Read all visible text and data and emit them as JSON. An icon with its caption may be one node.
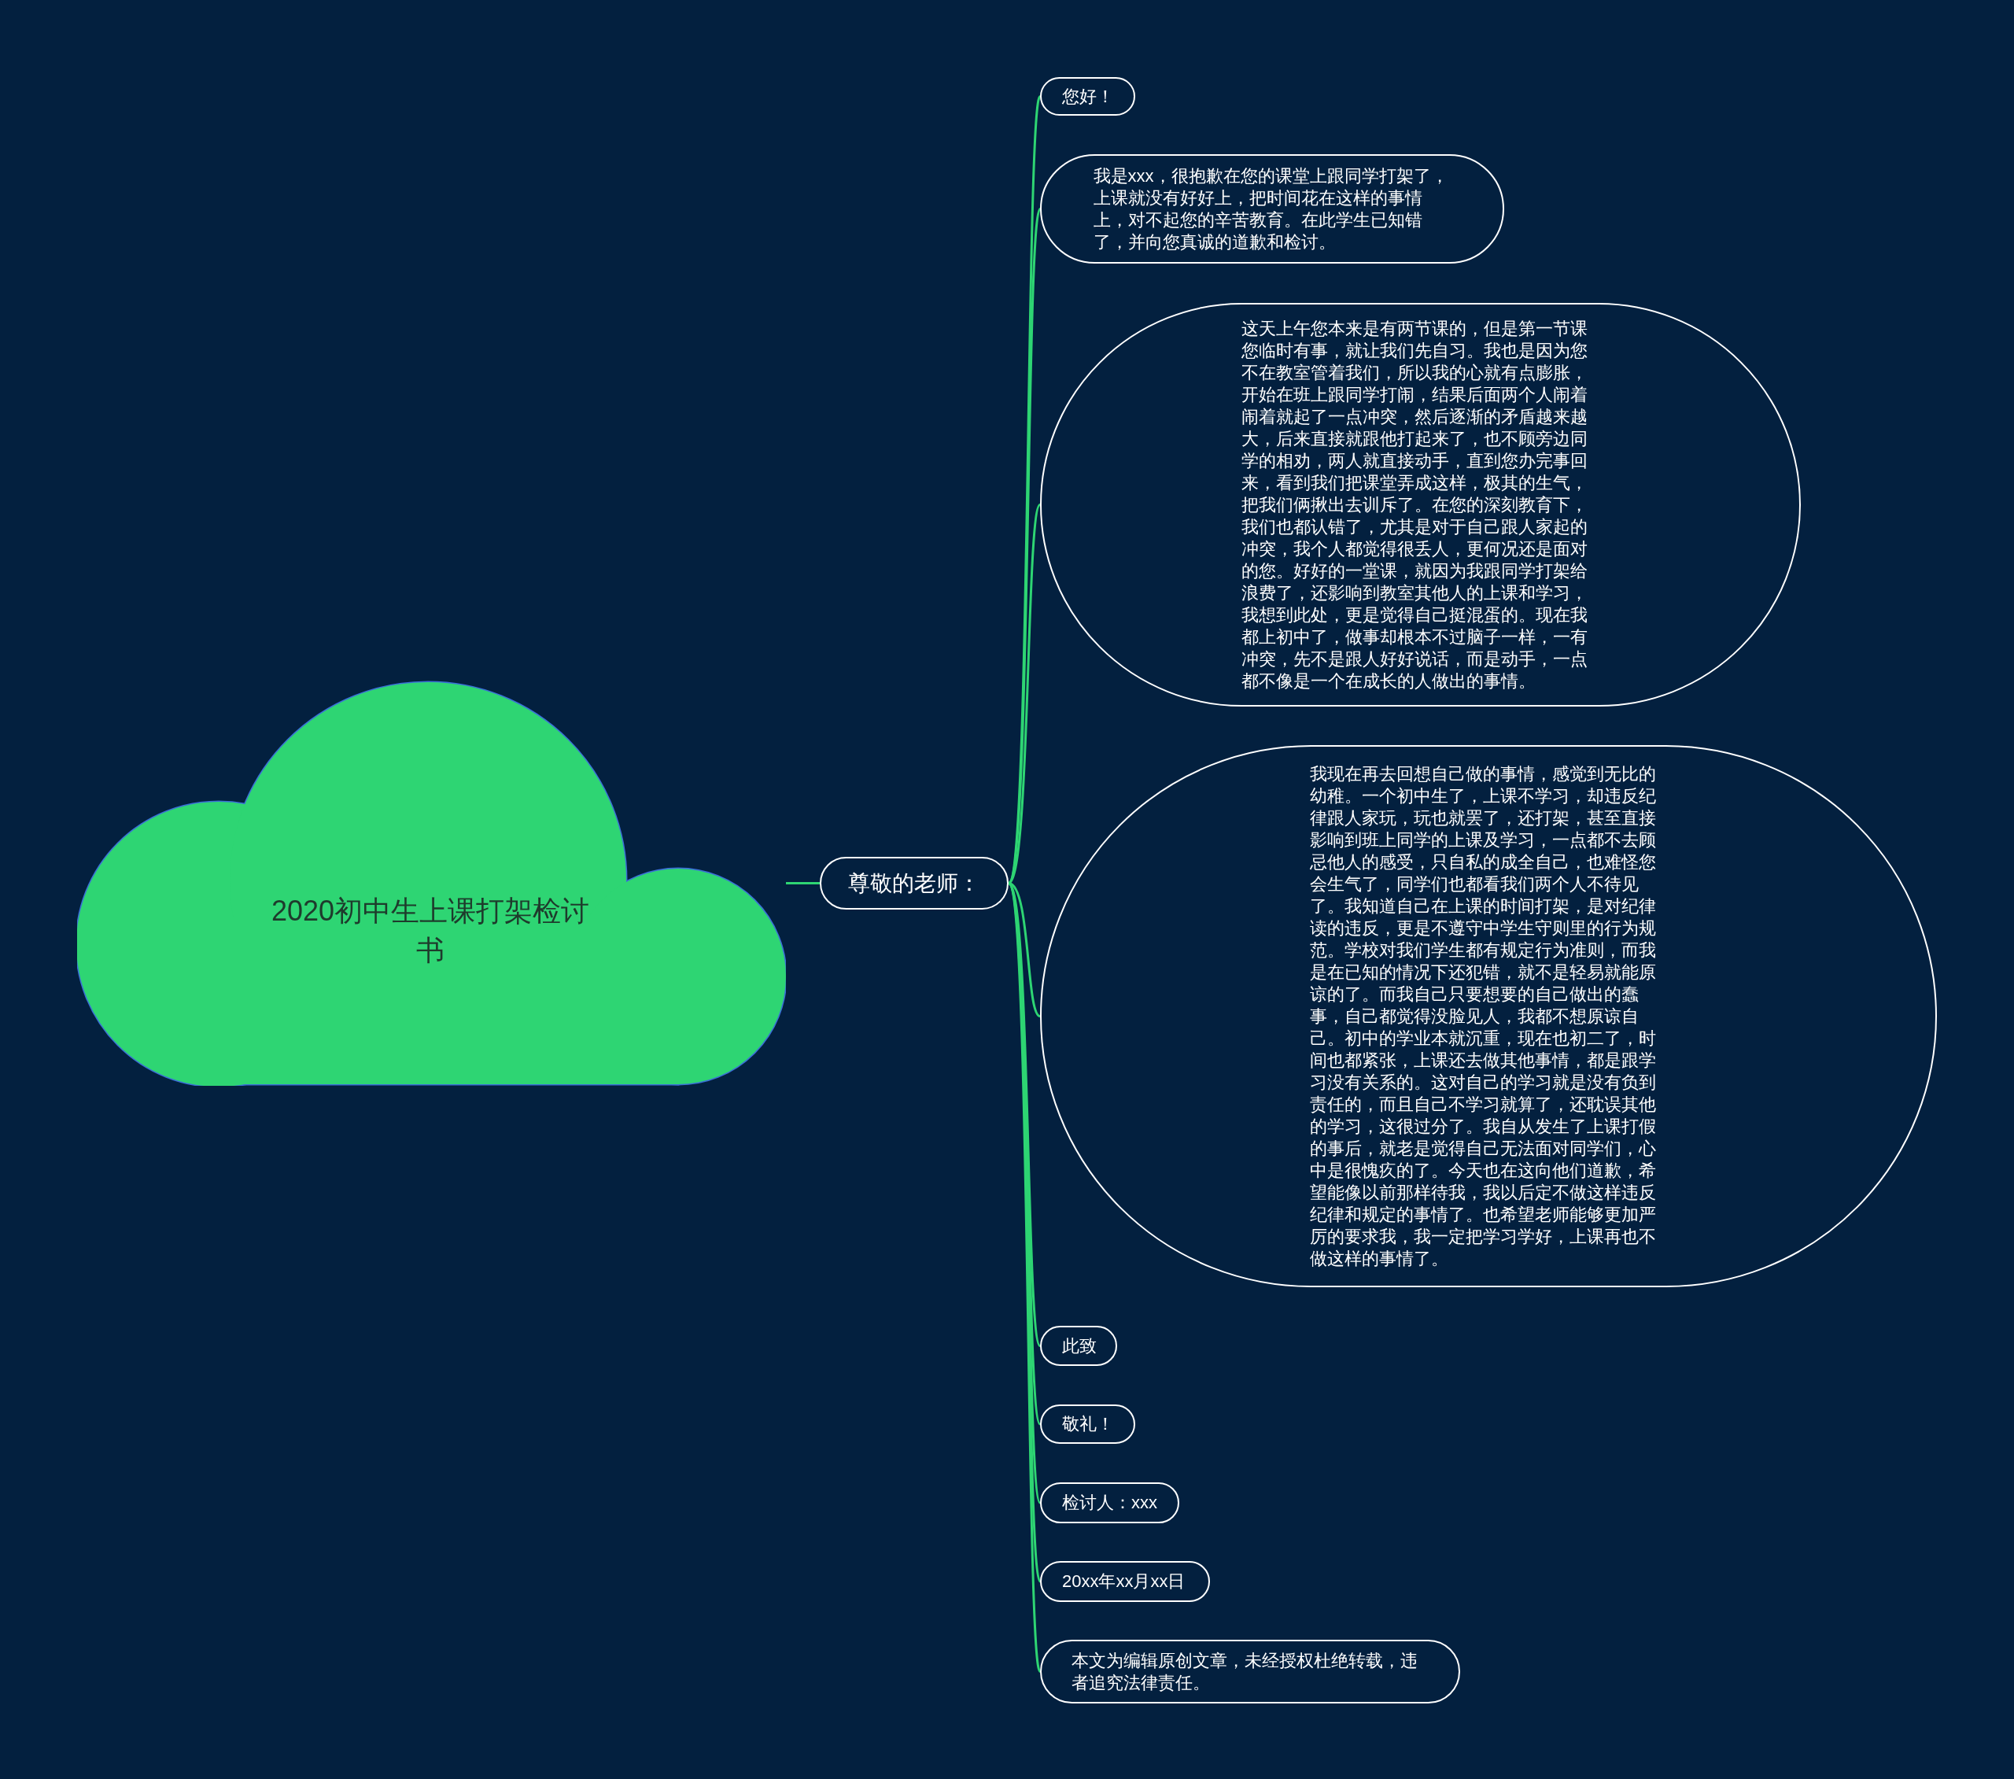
{
  "diagram": {
    "nodes": [
      {
        "text": [
          "2020初中生上课打架检讨书"
        ]
      },
      {
        "text": [
          "尊敬的老师："
        ]
      },
      {
        "text": [
          "您好！"
        ]
      },
      {
        "text": [
          "我是xxx，很抱歉在您的课堂上跟同学打架了，上课就没有好好上，把时间花在这样的事情上，对不起您的辛苦教育。在此学生已知错了，并向您真诚的道歉和检讨。"
        ]
      },
      {
        "text": [
          "这天上午您本来是有两节课的，但是第一节课您临时有事，就让我们先自习。我也是因为您不在教室管着我们，所以我的心就有点膨胀，开始在班上跟同学打闹，结果后面两个人闹着闹着就起了一点冲突，然后逐渐的矛盾越来越大，后来直接就跟他打起来了，也不顾旁边同学的相劝，两人就直接动手，直到您办完事回来，看到我们把课堂弄成这样，极其的生气，把我们俩揪出去训斥了。在您的深刻教育下，我们也都认错了，尤其是对于自己跟人家起的冲突，我个人都觉得很丢人，更何况还是面对的您。好好的一堂课，就因为我跟同学打架给浪费了，还影响到教室其他人的上课和学习，我想到此处，更是觉得自己挺混蛋的。现在我都上初中了，做事却根本不过脑子一样，一有冲突，先不是跟人好好说话，而是动手，一点都不像是一个在成长的人做出的事情。"
        ]
      },
      {
        "text": [
          "我现在再去回想自己做的事情，感觉到无比的幼稚。一个初中生了，上课不学习，却违反纪律跟人家玩，玩也就罢了，还打架，甚至直接影响到班上同学的上课及学习，一点都不去顾忌他人的感受，只自私的成全自己，也难怪您会生气了，同学们也都看我们两个人不待见了。我知道自己在上课的时间打架，是对纪律读的违反，更是不遵守中学生守则里的行为规范。学校对我们学生都有规定行为准则，而我是在已知的情况下还犯错，就不是轻易就能原谅的了。而我自己只要想要的自己做出的蠢事，自己都觉得没脸见人，我都不想原谅自己。初中的学业本就沉重，现在也初二了，时间也都紧张，上课还去做其他事情，都是跟学习没有关系的。这对自己的学习就是没有负到责任的，而且自己不学习就算了，还耽误其他的学习，这很过分了。我自从发生了上课打假的事后，就老是觉得自己无法面对同学们，心中是很愧疚的了。今天也在这向他们道歉，希望能像以前那样待我，我以后定不做这样违反纪律和规定的事情了。也希望老师能够更加严厉的要求我，我一定把学习学好，上课再也不做这样的事情了。"
        ]
      },
      {
        "text": [
          "此致"
        ]
      },
      {
        "text": [
          "敬礼！"
        ]
      },
      {
        "text": [
          "检讨人：xxx"
        ]
      },
      {
        "text": [
          "20xx年xx月xx日"
        ]
      },
      {
        "text": [
          "本文为编辑原创文章，未经授权杜绝转载，违者追究法律责任。"
        ]
      }
    ],
    "edges": [
      {
        "from": 0,
        "to": 1,
        "arrow": "none"
      },
      {
        "from": 1,
        "to": 2,
        "arrow": "none"
      },
      {
        "from": 1,
        "to": 3,
        "arrow": "none"
      },
      {
        "from": 1,
        "to": 4,
        "arrow": "none"
      },
      {
        "from": 1,
        "to": 5,
        "arrow": "none"
      },
      {
        "from": 1,
        "to": 6,
        "arrow": "none"
      },
      {
        "from": 1,
        "to": 7,
        "arrow": "none"
      },
      {
        "from": 1,
        "to": 8,
        "arrow": "none"
      },
      {
        "from": 1,
        "to": 9,
        "arrow": "none"
      },
      {
        "from": 1,
        "to": 10,
        "arrow": "none"
      }
    ]
  }
}
